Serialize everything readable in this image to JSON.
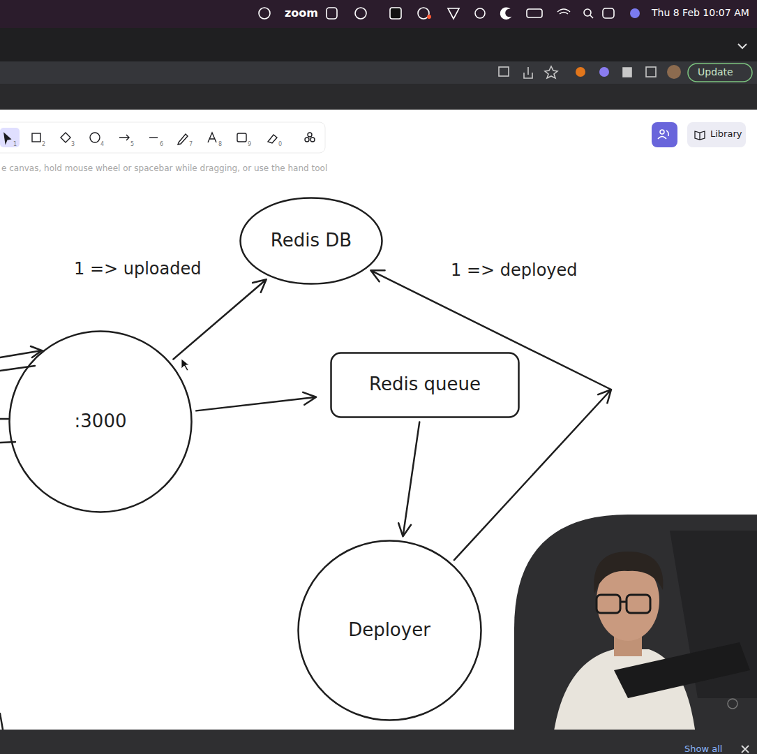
{
  "diagram": {
    "nodes": [
      {
        "text": [
          "Redis DB"
        ]
      },
      {
        "text": [
          ":3000"
        ]
      },
      {
        "text": [
          "Redis queue"
        ]
      },
      {
        "text": [
          "Deployer"
        ]
      }
    ],
    "edges": [
      {
        "from": 1,
        "to": 0,
        "arrow": "to",
        "label": "1 => uploaded"
      },
      {
        "from": 1,
        "to": 2,
        "arrow": "to"
      },
      {
        "from": 2,
        "to": 3,
        "arrow": "to"
      },
      {
        "from": 3,
        "to": 0,
        "arrow": "to",
        "label": "1 => deployed"
      }
    ],
    "labels": [
      "zoom",
      "Thu 8 Feb 10:07 AM",
      "Update",
      "1",
      "2",
      "3",
      "4",
      "5",
      "6",
      "7",
      "8",
      "9",
      "0",
      "e canvas, hold mouse wheel or spacebar while dragging, or use the hand tool",
      "Library",
      "Show all"
    ]
  }
}
